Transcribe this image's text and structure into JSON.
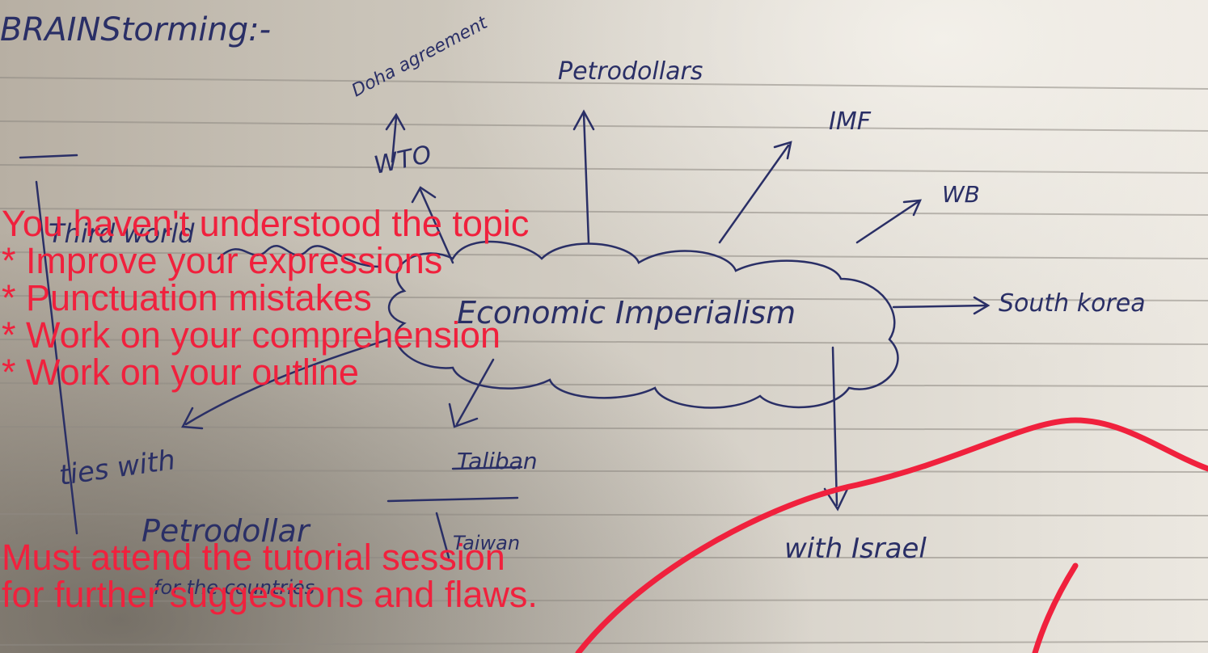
{
  "handwritten_notes": {
    "heading": "BRAINStorming:-",
    "center": "Economic Imperialism",
    "branches": {
      "wto": "WTO",
      "doha": "Doha agreement",
      "petrodollars": "Petrodollars",
      "imf": "IMF",
      "wb": "WB",
      "south_korea": "South korea",
      "israel": "with Israel",
      "third_world": "Third world",
      "ties_with": "ties with",
      "taliban": "Taliban",
      "petrodollar": "Petrodollar",
      "taiwan": "Taiwan",
      "countries": "for the countries"
    }
  },
  "feedback": {
    "line_1": "You haven't understood the topic",
    "line_2": "* Improve your expressions",
    "line_3": "* Punctuation mistakes",
    "line_4": "* Work on your comprehension",
    "line_5": "* Work on your outline",
    "line_6": "Must attend the tutorial session",
    "line_7": "for further suggestions and flaws."
  },
  "colors": {
    "feedback_red": "#f0213d",
    "ink_blue": "#2a2f66",
    "paper": "#d6d1c8"
  }
}
